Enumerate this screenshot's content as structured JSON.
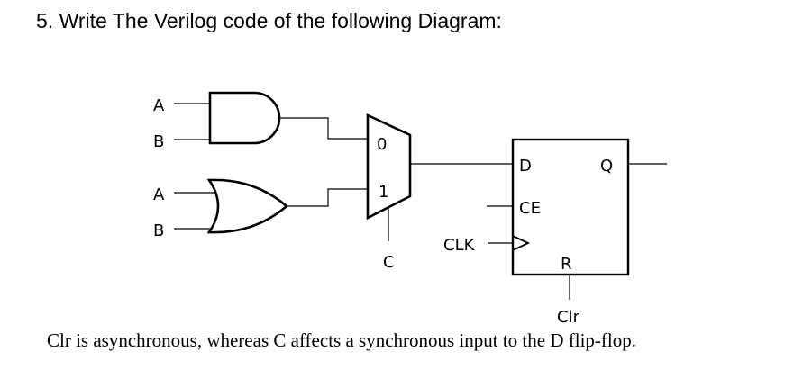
{
  "question": {
    "text": "5.  Write The Verilog code of the following Diagram:"
  },
  "diagram": {
    "and_gate": {
      "input_a": "A",
      "input_b": "B"
    },
    "or_gate": {
      "input_a": "A",
      "input_b": "B"
    },
    "mux": {
      "input_0": "0",
      "input_1": "1",
      "select": "C"
    },
    "flip_flop": {
      "d": "D",
      "ce": "CE",
      "q": "Q",
      "r": "R",
      "clk": "CLK",
      "clr": "Clr"
    }
  },
  "caption": {
    "text": "Clr is asynchronous, whereas C affects a synchronous input to the D flip-flop."
  }
}
